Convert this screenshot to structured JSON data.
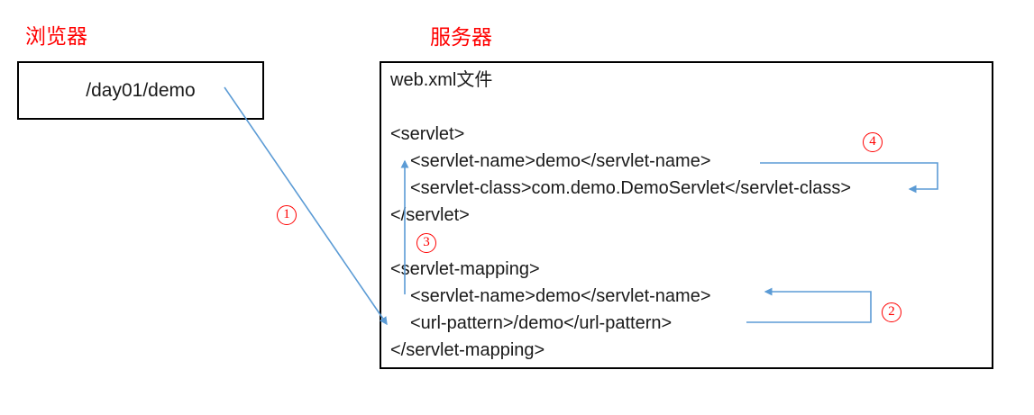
{
  "browser": {
    "label": "浏览器",
    "request_url": "/day01/demo"
  },
  "server": {
    "label": "服务器",
    "file_title": "web.xml文件",
    "servlet_block": {
      "open_tag": "<servlet>",
      "name_line": "<servlet-name>demo</servlet-name>",
      "class_line": "<servlet-class>com.demo.DemoServlet</servlet-class>",
      "close_tag": "</servlet>"
    },
    "mapping_block": {
      "open_tag": "<servlet-mapping>",
      "name_line": "<servlet-name>demo</servlet-name>",
      "url_line": "<url-pattern>/demo</url-pattern>",
      "close_tag": "</servlet-mapping>"
    }
  },
  "steps": [
    {
      "number": "1",
      "meaning": "browser request to url-pattern"
    },
    {
      "number": "2",
      "meaning": "url-pattern to servlet-name in mapping"
    },
    {
      "number": "3",
      "meaning": "mapping servlet-name up to servlet block"
    },
    {
      "number": "4",
      "meaning": "servlet-name to servlet-class"
    }
  ],
  "colors": {
    "accent_red": "#ff0000",
    "arrow_blue": "#5b9bd5",
    "text_black": "#1a1a1a",
    "border_black": "#000000",
    "background": "#ffffff"
  }
}
